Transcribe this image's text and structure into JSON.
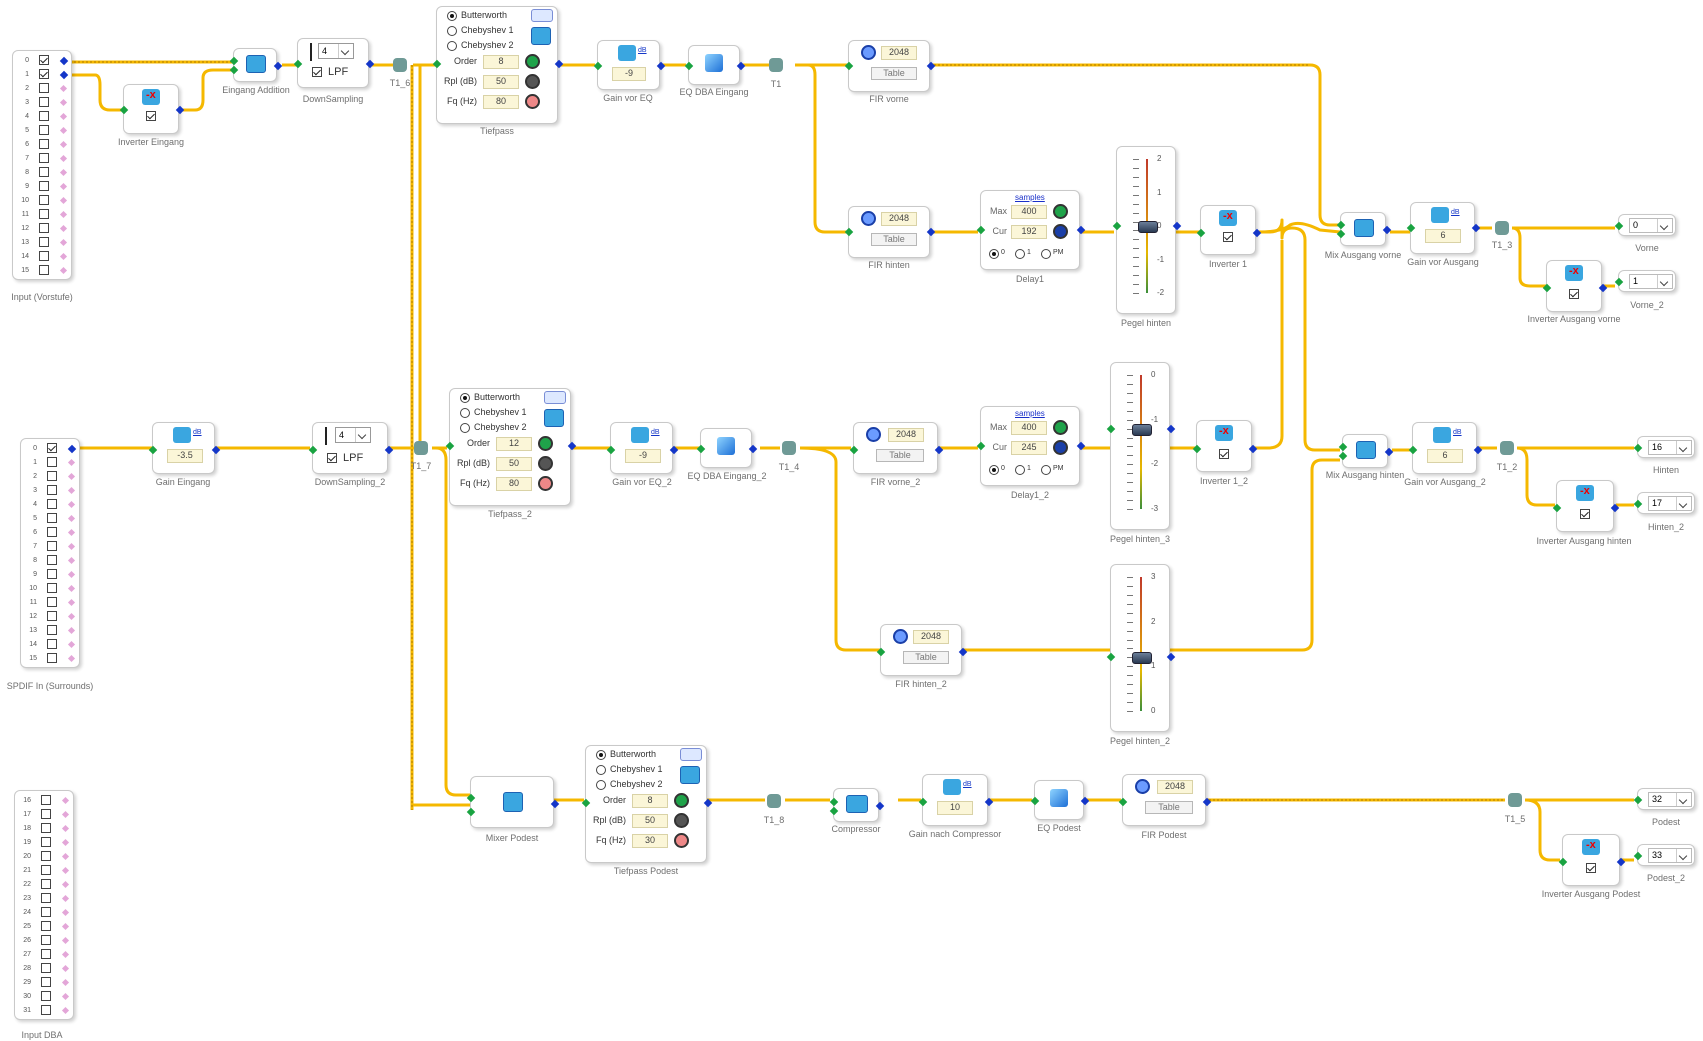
{
  "colors": {
    "wire": "#f5b800",
    "pin_in": "#19a341",
    "pin_out": "#1436c8",
    "junction": "#6f9a96"
  },
  "input_vorstufe": {
    "label": "Input (Vorstufe)",
    "rows": [
      "0",
      "1",
      "2",
      "3",
      "4",
      "5",
      "6",
      "7",
      "8",
      "9",
      "10",
      "11",
      "12",
      "13",
      "14",
      "15"
    ],
    "checked": [
      true,
      true
    ]
  },
  "spdif_in": {
    "label": "SPDIF In (Surrounds)",
    "rows": [
      "0",
      "1",
      "2",
      "3",
      "4",
      "5",
      "6",
      "7",
      "8",
      "9",
      "10",
      "11",
      "12",
      "13",
      "14",
      "15"
    ],
    "checked": [
      true
    ]
  },
  "input_dba": {
    "label": "Input DBA",
    "rows": [
      "16",
      "17",
      "18",
      "19",
      "20",
      "21",
      "22",
      "23",
      "24",
      "25",
      "26",
      "27",
      "28",
      "29",
      "30",
      "31"
    ]
  },
  "blocks": {
    "inverter_eingang": {
      "label": "Inverter Eingang"
    },
    "eingang_addition": {
      "label": "Eingang Addition"
    },
    "downsampling": {
      "label": "DownSampling",
      "factor": "4",
      "lpf": "LPF"
    },
    "t1_6": {
      "label": "T1_6"
    },
    "tiefpass": {
      "label": "Tiefpass",
      "types": [
        "Butterworth",
        "Chebyshev 1",
        "Chebyshev 2"
      ],
      "order_label": "Order",
      "order": "8",
      "rpl_label": "Rpl (dB)",
      "rpl": "50",
      "fq_label": "Fq (Hz)",
      "fq": "80"
    },
    "gain_vor_eq": {
      "label": "Gain vor EQ",
      "value": "-9",
      "unit": "dB"
    },
    "eq_dba_eingang": {
      "label": "EQ DBA Eingang"
    },
    "t1": {
      "label": "T1"
    },
    "fir_vorne": {
      "label": "FIR vorne",
      "value": "2048",
      "table": "Table"
    },
    "fir_hinten": {
      "label": "FIR hinten",
      "value": "2048",
      "table": "Table"
    },
    "delay1": {
      "label": "Delay1",
      "unit": "samples",
      "max_label": "Max",
      "max": "400",
      "cur_label": "Cur",
      "cur": "192",
      "modes": [
        "0",
        "1",
        "PM"
      ]
    },
    "pegel_hinten": {
      "label": "Pegel hinten",
      "ticks": [
        "2",
        "1",
        "0",
        "-1",
        "-2"
      ]
    },
    "inverter1": {
      "label": "Inverter 1"
    },
    "mix_ausgang_vorne": {
      "label": "Mix Ausgang vorne"
    },
    "gain_vor_ausgang": {
      "label": "Gain vor Ausgang",
      "value": "6",
      "unit": "dB"
    },
    "t1_3": {
      "label": "T1_3"
    },
    "vorne": {
      "label": "Vorne",
      "value": "0"
    },
    "inverter_ausgang_vorne": {
      "label": "Inverter Ausgang vorne"
    },
    "vorne_2": {
      "label": "Vorne_2",
      "value": "1"
    },
    "gain_eingang": {
      "label": "Gain Eingang",
      "value": "-3.5",
      "unit": "dB"
    },
    "downsampling_2": {
      "label": "DownSampling_2",
      "factor": "4",
      "lpf": "LPF"
    },
    "t1_7": {
      "label": "T1_7"
    },
    "tiefpass_2": {
      "label": "Tiefpass_2",
      "types": [
        "Butterworth",
        "Chebyshev 1",
        "Chebyshev 2"
      ],
      "order_label": "Order",
      "order": "12",
      "rpl_label": "Rpl (dB)",
      "rpl": "50",
      "fq_label": "Fq (Hz)",
      "fq": "80"
    },
    "gain_vor_eq_2": {
      "label": "Gain vor EQ_2",
      "value": "-9",
      "unit": "dB"
    },
    "eq_dba_eingang_2": {
      "label": "EQ DBA Eingang_2"
    },
    "t1_4": {
      "label": "T1_4"
    },
    "fir_vorne_2": {
      "label": "FIR vorne_2",
      "value": "2048",
      "table": "Table"
    },
    "delay1_2": {
      "label": "Delay1_2",
      "unit": "samples",
      "max_label": "Max",
      "max": "400",
      "cur_label": "Cur",
      "cur": "245",
      "modes": [
        "0",
        "1",
        "PM"
      ]
    },
    "pegel_hinten_3": {
      "label": "Pegel hinten_3",
      "ticks": [
        "0",
        "-1",
        "-2",
        "-3"
      ]
    },
    "inverter1_2": {
      "label": "Inverter 1_2"
    },
    "mix_ausgang_hinten": {
      "label": "Mix Ausgang hinten"
    },
    "gain_vor_ausgang_2": {
      "label": "Gain vor Ausgang_2",
      "value": "6",
      "unit": "dB"
    },
    "t1_2": {
      "label": "T1_2"
    },
    "hinten": {
      "label": "Hinten",
      "value": "16"
    },
    "inverter_ausgang_hinten": {
      "label": "Inverter Ausgang hinten"
    },
    "hinten_2": {
      "label": "Hinten_2",
      "value": "17"
    },
    "fir_hinten_2": {
      "label": "FIR hinten_2",
      "value": "2048",
      "table": "Table"
    },
    "pegel_hinten_2": {
      "label": "Pegel hinten_2",
      "ticks": [
        "3",
        "2",
        "1",
        "0"
      ]
    },
    "mixer_podest": {
      "label": "Mixer Podest"
    },
    "tiefpass_podest": {
      "label": "Tiefpass Podest",
      "types": [
        "Butterworth",
        "Chebyshev 1",
        "Chebyshev 2"
      ],
      "order_label": "Order",
      "order": "8",
      "rpl_label": "Rpl (dB)",
      "rpl": "50",
      "fq_label": "Fq (Hz)",
      "fq": "30"
    },
    "t1_8": {
      "label": "T1_8"
    },
    "compressor": {
      "label": "Compressor"
    },
    "gain_nach_compressor": {
      "label": "Gain nach Compressor",
      "value": "10",
      "unit": "dB"
    },
    "eq_podest": {
      "label": "EQ Podest"
    },
    "fir_podest": {
      "label": "FIR Podest",
      "value": "2048",
      "table": "Table"
    },
    "t1_5": {
      "label": "T1_5"
    },
    "podest": {
      "label": "Podest",
      "value": "32"
    },
    "inverter_ausgang_podest": {
      "label": "Inverter Ausgang Podest"
    },
    "podest_2": {
      "label": "Podest_2",
      "value": "33"
    }
  }
}
